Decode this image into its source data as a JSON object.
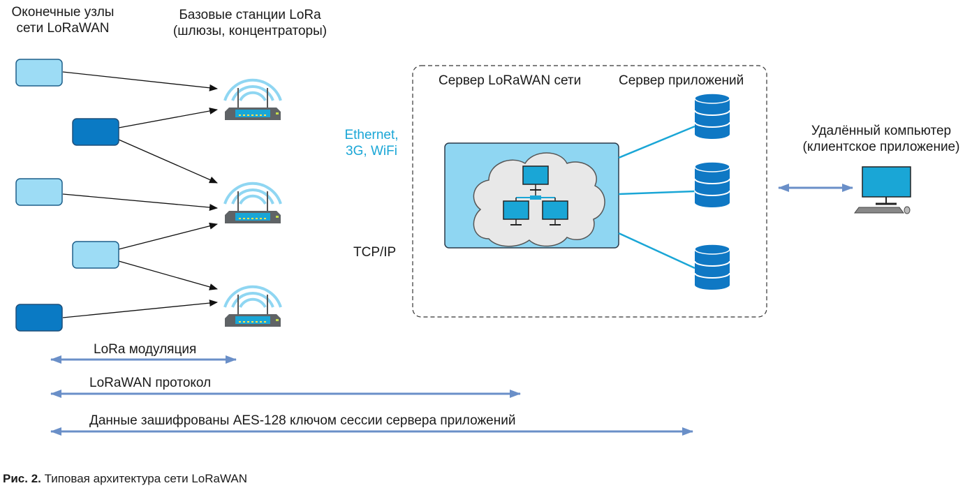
{
  "labels": {
    "end_nodes_line1": "Оконечные узлы",
    "end_nodes_line2": "сети LoRaWAN",
    "base_stations_line1": "Базовые станции LoRa",
    "base_stations_line2": "(шлюзы, концентраторы)",
    "network_server": "Сервер LoRaWAN сети",
    "app_server": "Сервер приложений",
    "ethernet_line1": "Ethernet,",
    "ethernet_line2": "3G, WiFi",
    "tcpip": "TCP/IP",
    "remote_pc_line1": "Удалённый компьютер",
    "remote_pc_line2": "(клиентское приложение)"
  },
  "ranges": {
    "lora": "LoRa модуляция",
    "lorawan": "LoRaWAN протокол",
    "aes": "Данные зашифрованы AES-128 ключом сессии сервера приложений"
  },
  "caption": {
    "prefix": "Рис. 2.",
    "text": " Типовая архитектура сети LoRaWAN"
  },
  "colors": {
    "node_light": "#9ddcf5",
    "node_dark": "#0a7ac4",
    "link_cyan": "#1aa6d6",
    "range_arrow": "#6a8fc8",
    "cloud_bg": "#8fd6f2",
    "db_blue": "#0f78c4"
  }
}
